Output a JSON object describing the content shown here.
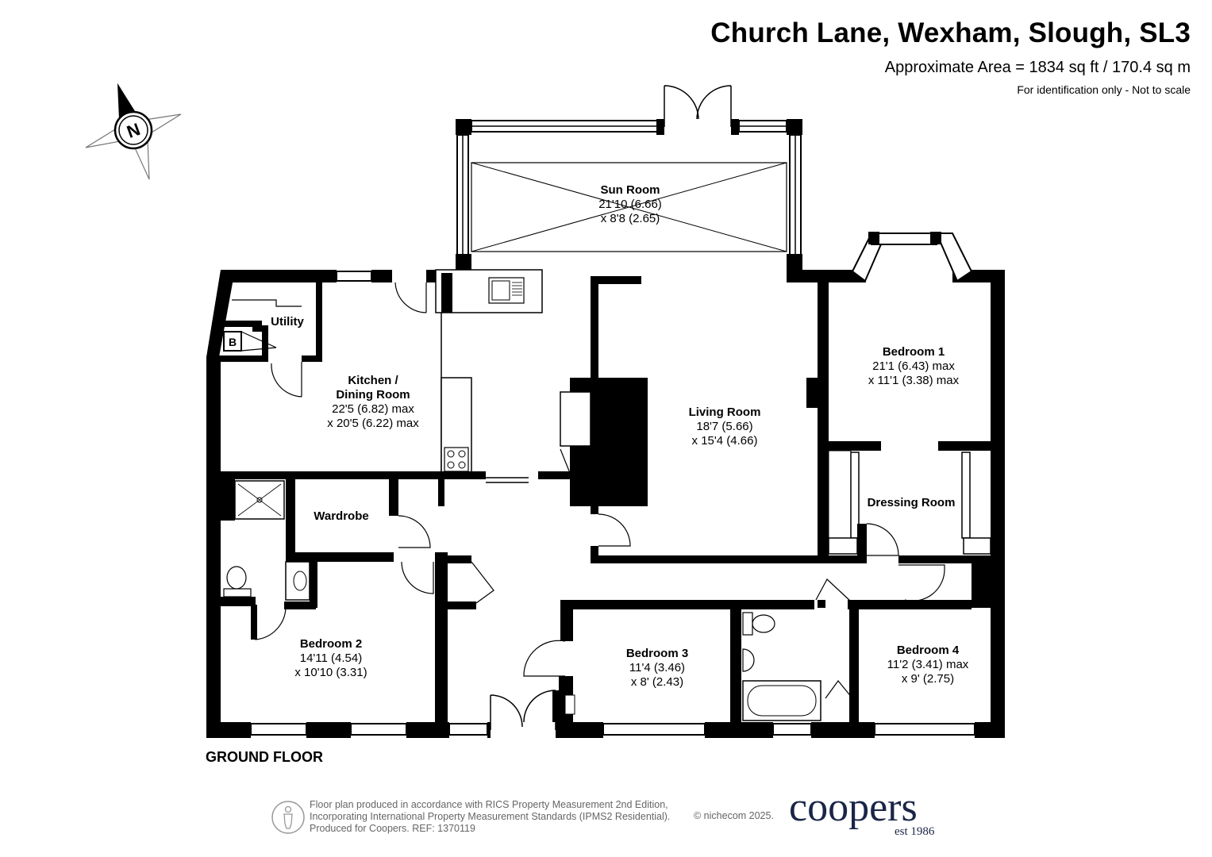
{
  "header": {
    "title": "Church Lane, Wexham, Slough, SL3",
    "area": "Approximate Area = 1834 sq ft / 170.4 sq m",
    "note": "For identification only - Not to scale"
  },
  "compass": {
    "label": "N",
    "icon": "compass-rose-icon"
  },
  "rooms": {
    "sun_room": {
      "name": "Sun Room",
      "dim1": "21'10 (6.66)",
      "dim2": "x 8'8 (2.65)"
    },
    "kitchen": {
      "name1": "Kitchen /",
      "name2": "Dining Room",
      "dim1": "22'5 (6.82) max",
      "dim2": "x 20'5 (6.22) max"
    },
    "utility": {
      "name": "Utility"
    },
    "boiler": {
      "name": "B"
    },
    "living_room": {
      "name": "Living Room",
      "dim1": "18'7 (5.66)",
      "dim2": "x 15'4 (4.66)"
    },
    "bedroom1": {
      "name": "Bedroom 1",
      "dim1": "21'1 (6.43) max",
      "dim2": "x 11'1 (3.38) max"
    },
    "dressing_room": {
      "name": "Dressing Room"
    },
    "wardrobe": {
      "name": "Wardrobe"
    },
    "bedroom2": {
      "name": "Bedroom 2",
      "dim1": "14'11 (4.54)",
      "dim2": "x 10'10 (3.31)"
    },
    "bedroom3": {
      "name": "Bedroom 3",
      "dim1": "11'4 (3.46)",
      "dim2": "x 8' (2.43)"
    },
    "bedroom4": {
      "name": "Bedroom 4",
      "dim1": "11'2 (3.41) max",
      "dim2": "x 9' (2.75)"
    }
  },
  "floor_label": "GROUND FLOOR",
  "footer": {
    "line1": "Floor plan produced in accordance with RICS Property Measurement 2nd Edition,",
    "line2": "Incorporating International Property Measurement Standards (IPMS2 Residential).",
    "line3": "Produced for Coopers.   REF: 1370119",
    "copyright": "© nichecom 2025.",
    "brand": "coopers",
    "brand_est": "est 1986",
    "brand_color": "#1a2547"
  }
}
